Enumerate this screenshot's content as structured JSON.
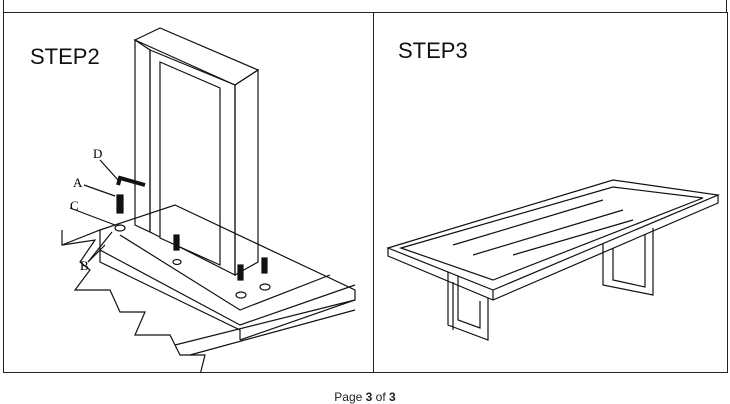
{
  "panels": [
    {
      "title": "STEP2",
      "labels": {
        "a": "A",
        "b": "B",
        "c": "C",
        "d": "D"
      }
    },
    {
      "title": "STEP3"
    }
  ],
  "footer": {
    "prefix": "Page ",
    "current": "3",
    "middle": " of ",
    "total": "3"
  }
}
